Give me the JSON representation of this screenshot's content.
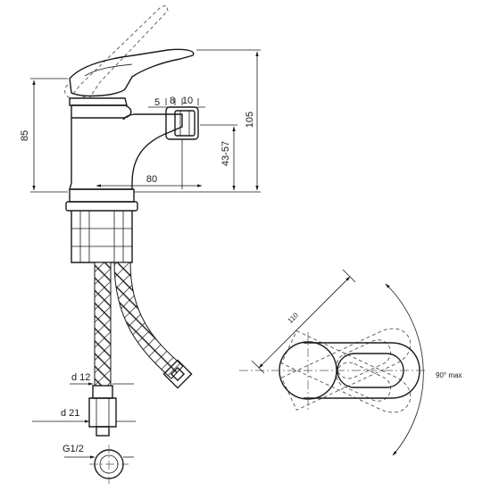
{
  "drawing": {
    "dimensions": {
      "height_total": "105",
      "height_body": "85",
      "spout_height": "43-57",
      "spout_reach": "80",
      "aerator_a": "5",
      "aerator_b": "8",
      "aerator_c": "10",
      "handle_length": "110",
      "rotation": "90° max",
      "hose_d12": "d 12",
      "hose_d21": "d 21",
      "thread": "G1/2"
    }
  }
}
